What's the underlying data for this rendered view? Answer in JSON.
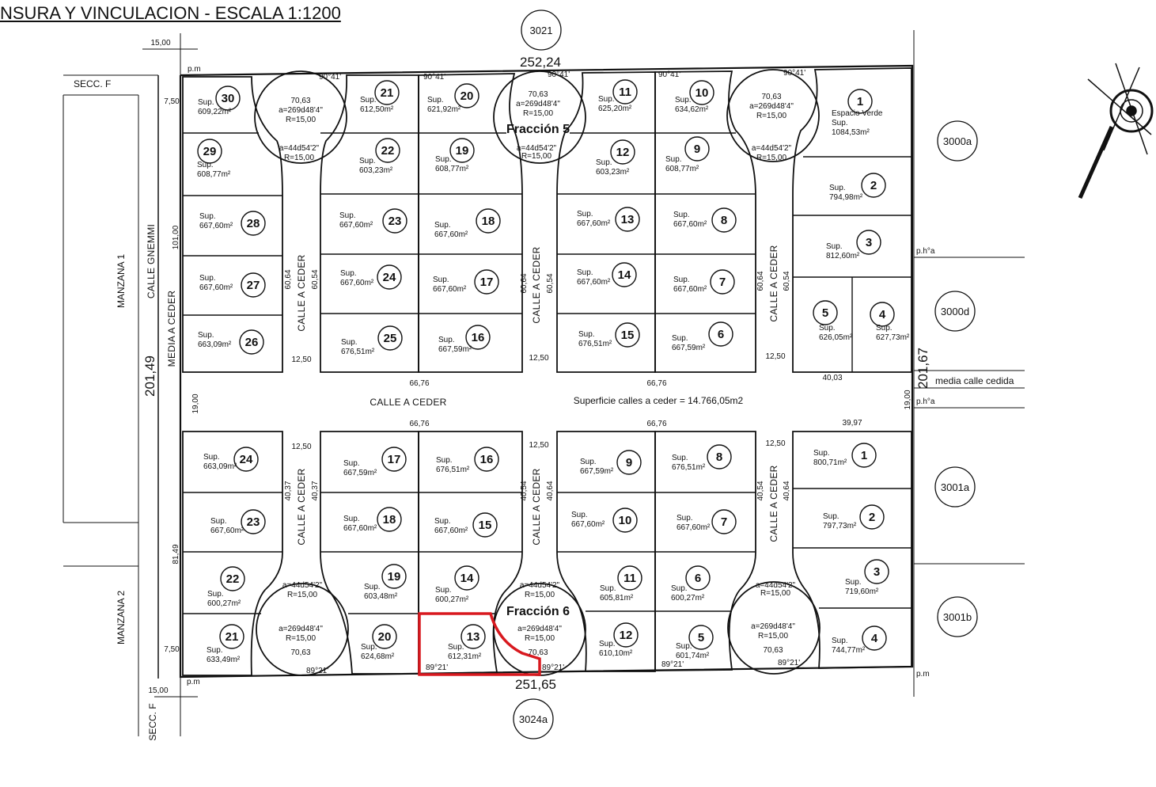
{
  "title": "NSURA Y VINCULACION - ESCALA 1:1200",
  "highlight_color": "#d8191f",
  "compass": "compass-rose-icon",
  "plot": {
    "top_total": "252,24",
    "bottom_total": "251,65",
    "left_total": "201,49",
    "right_total": "201,67",
    "calle_a_ceder": "CALLE A CEDER",
    "calle_a_ceder_vert": "CALLE A CEDER",
    "street_area": "Superficie calles a ceder = 14.766,05m2",
    "calle_gnemmi": "CALLE GNEMMI",
    "media_a_ceder": "MEDIA A CEDER",
    "manzana1": "MANZANA 1",
    "manzana2": "MANZANA 2",
    "secc_f": "SECC. F",
    "secc_f_bottom": "SECC. F",
    "pm": "p.m",
    "pha": "p.h°a",
    "media_calle": "media calle cedida",
    "fraccion5": "Fracción 5",
    "fraccion6": "Fracción 6",
    "dim_15": "15,00",
    "dim_750": "7,50",
    "dim_101": "101,00",
    "dim_8149": "81,49",
    "dim_1900": "19,00",
    "dim_6676": "66,76",
    "dim_1250": "12,50",
    "dim_6064": "60,64",
    "dim_6054": "60,54",
    "dim_4037": "40,37",
    "dim_4054": "40,54",
    "dim_4064": "40,64",
    "dim_7063": "70,63",
    "dim_4003": "40,03",
    "dim_3997": "39,97",
    "curve_big": "a=269d48'4\"",
    "curve_small": "a=44d54'2\"",
    "radius": "R=15,00",
    "angle_top": "90°41'",
    "angle_bottom": "89°21'"
  },
  "parcels": {
    "p3021": "3021",
    "p3000a": "3000a",
    "p3000d": "3000d",
    "p3001a": "3001a",
    "p3001b": "3001b",
    "p3024a": "3024a"
  },
  "lots": [
    {
      "num": "30",
      "area": "Sup. 609,22m²"
    },
    {
      "num": "29",
      "area": "Sup. 608,77m²"
    },
    {
      "num": "28",
      "area": "Sup. 667,60m²"
    },
    {
      "num": "27",
      "area": "Sup. 667,60m²"
    },
    {
      "num": "26",
      "area": "Sup. 663,09m²"
    },
    {
      "num": "21",
      "area": "Sup. 612,50m²"
    },
    {
      "num": "22",
      "area": "Sup. 603,23m²"
    },
    {
      "num": "23",
      "area": "Sup. 667,60m²"
    },
    {
      "num": "24",
      "area": "Sup. 667,60m²"
    },
    {
      "num": "25",
      "area": "Sup. 676,51m²"
    },
    {
      "num": "20",
      "area": "Sup. 621,92m²"
    },
    {
      "num": "19",
      "area": "Sup. 608,77m²"
    },
    {
      "num": "18",
      "area": "Sup. 667,60m²"
    },
    {
      "num": "17",
      "area": "Sup. 667,60m²"
    },
    {
      "num": "16",
      "area": "Sup. 667,59m²"
    },
    {
      "num": "11",
      "area": "Sup. 625,20m²"
    },
    {
      "num": "12",
      "area": "Sup. 603,23m²"
    },
    {
      "num": "13",
      "area": "Sup. 667,60m²"
    },
    {
      "num": "14",
      "area": "Sup. 667,60m²"
    },
    {
      "num": "15",
      "area": "Sup. 676,51m²"
    },
    {
      "num": "10",
      "area": "Sup. 634,62m²"
    },
    {
      "num": "9",
      "area": "Sup. 608,77m²"
    },
    {
      "num": "8",
      "area": "Sup. 667,60m²"
    },
    {
      "num": "7",
      "area": "Sup. 667,60m²"
    },
    {
      "num": "6",
      "area": "Sup. 667,59m²"
    },
    {
      "num": "1",
      "area": "Sup. 1084,53m²",
      "extra": "Espacio Verde"
    },
    {
      "num": "2",
      "area": "Sup. 794,98m²"
    },
    {
      "num": "3",
      "area": "Sup. 812,60m²"
    },
    {
      "num": "5",
      "area": "Sup. 626,05m²"
    },
    {
      "num": "4",
      "area": "Sup. 627,73m²"
    },
    {
      "num": "24",
      "area": "Sup. 663,09m²"
    },
    {
      "num": "23",
      "area": "Sup. 667,60m²"
    },
    {
      "num": "22",
      "area": "Sup. 600,27m²"
    },
    {
      "num": "21",
      "area": "Sup. 633,49m²"
    },
    {
      "num": "17",
      "area": "Sup. 667,59m²"
    },
    {
      "num": "18",
      "area": "Sup. 667,60m²"
    },
    {
      "num": "19",
      "area": "Sup. 603,48m²"
    },
    {
      "num": "20",
      "area": "Sup. 624,68m²"
    },
    {
      "num": "16",
      "area": "Sup. 676,51m²"
    },
    {
      "num": "15",
      "area": "Sup. 667,60m²"
    },
    {
      "num": "14",
      "area": "Sup. 600,27m²"
    },
    {
      "num": "13",
      "area": "Sup. 612,31m²"
    },
    {
      "num": "9",
      "area": "Sup. 667,59m²"
    },
    {
      "num": "10",
      "area": "Sup. 667,60m²"
    },
    {
      "num": "11",
      "area": "Sup. 605,81m²"
    },
    {
      "num": "12",
      "area": "Sup. 610,10m²"
    },
    {
      "num": "8",
      "area": "Sup. 676,51m²"
    },
    {
      "num": "7",
      "area": "Sup. 667,60m²"
    },
    {
      "num": "6",
      "area": "Sup. 600,27m²"
    },
    {
      "num": "5",
      "area": "Sup. 601,74m²"
    },
    {
      "num": "1",
      "area": "Sup. 800,71m²"
    },
    {
      "num": "2",
      "area": "Sup. 797,73m²"
    },
    {
      "num": "3",
      "area": "Sup. 719,60m²"
    },
    {
      "num": "4",
      "area": "Sup. 744,77m²"
    }
  ]
}
